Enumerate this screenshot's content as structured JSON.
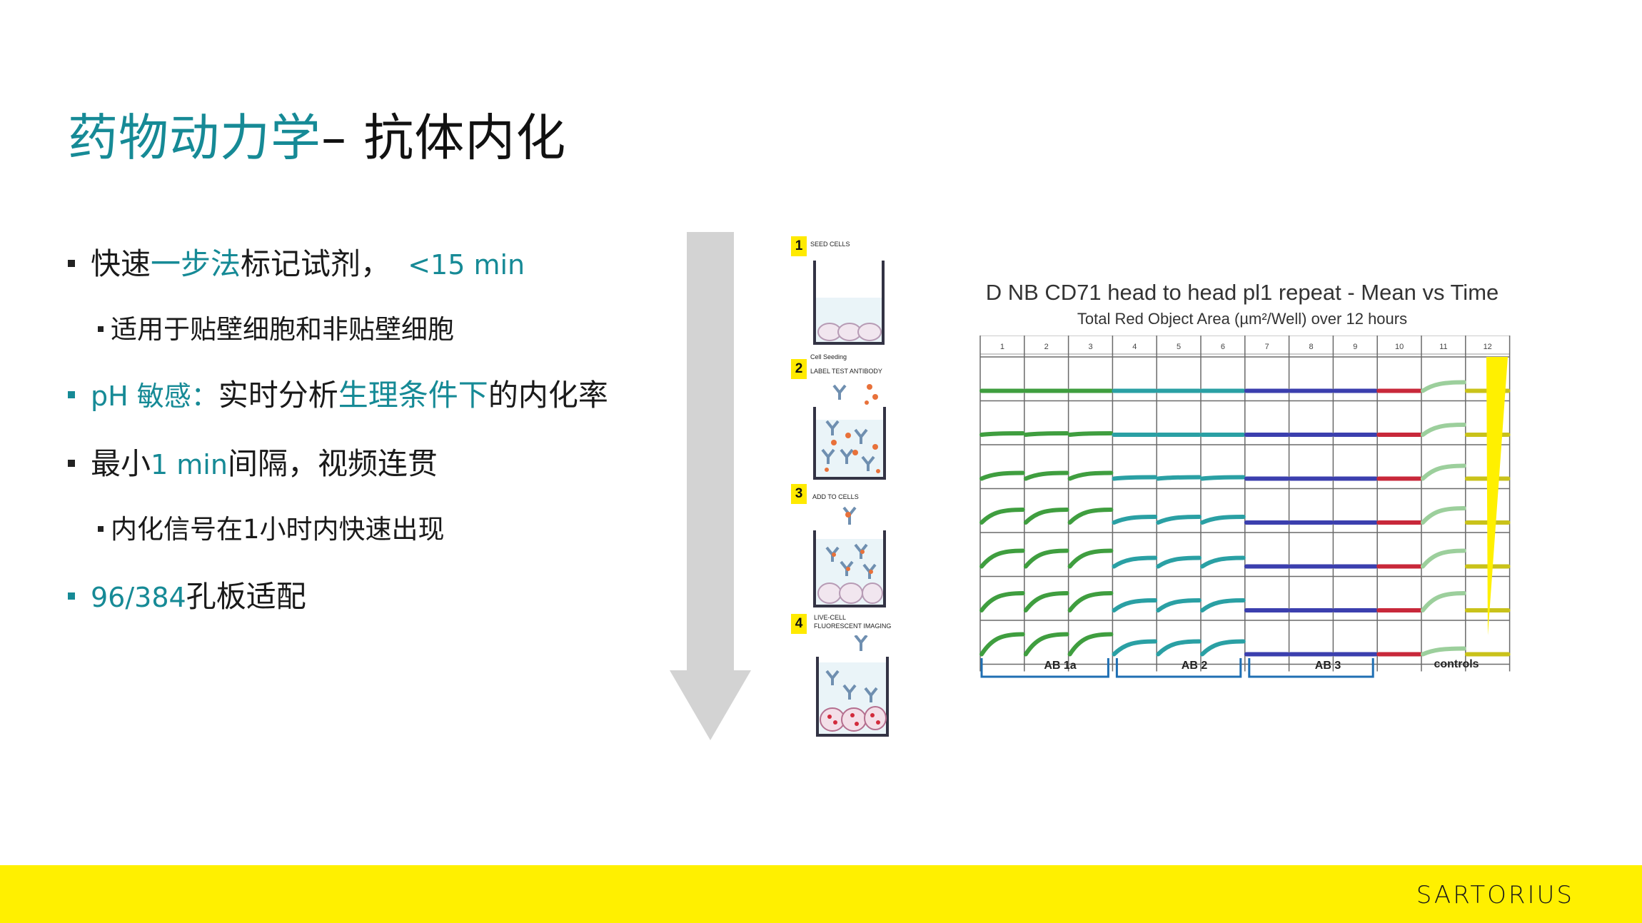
{
  "title": {
    "accent": "药物动力学",
    "dark": "– 抗体内化"
  },
  "bullets": [
    {
      "level": 1,
      "parts": [
        {
          "text": "快速",
          "style": "dark"
        },
        {
          "text": "一步法",
          "style": "teal"
        },
        {
          "text": "标记试剂，",
          "style": "dark"
        },
        {
          "text": "  <15 min",
          "style": "teal-small"
        }
      ]
    },
    {
      "level": 2,
      "parts": [
        {
          "text": "适用于贴壁细胞和非贴壁细胞",
          "style": "dark"
        }
      ]
    },
    {
      "level": 1,
      "teal_marker": true,
      "parts": [
        {
          "text": "pH 敏感：",
          "style": "teal"
        },
        {
          "text": "实时分析",
          "style": "dark"
        },
        {
          "text": "生理条件下",
          "style": "teal"
        },
        {
          "text": "的内化率",
          "style": "dark"
        }
      ]
    },
    {
      "level": 1,
      "parts": [
        {
          "text": "最小",
          "style": "dark"
        },
        {
          "text": "1 min",
          "style": "teal-small"
        },
        {
          "text": "间隔，视频连贯",
          "style": "dark"
        }
      ]
    },
    {
      "level": 2,
      "parts": [
        {
          "text": "内化信号在1小时内快速出现",
          "style": "dark"
        }
      ]
    },
    {
      "level": 1,
      "teal_marker": true,
      "parts": [
        {
          "text": "96/384",
          "style": "teal-small"
        },
        {
          "text": "孔板适配",
          "style": "dark"
        }
      ]
    }
  ],
  "steps": [
    {
      "number": "1",
      "label_lines": [
        "SEED CELLS"
      ]
    },
    {
      "number": "2",
      "label_lines": [
        "Cell Seeding",
        "LABEL TEST ANTIBODY"
      ]
    },
    {
      "number": "3",
      "label_lines": [
        "ADD TO CELLS"
      ]
    },
    {
      "number": "4",
      "label_lines": [
        "LIVE-CELL",
        "FLUORESCENT IMAGING"
      ]
    }
  ],
  "chart": {
    "title": "D NB CD71 head to head pl1 repeat - Mean vs Time",
    "subtitle": "Total Red Object Area (µm²/Well) over 12 hours",
    "columns": [
      "1",
      "2",
      "3",
      "4",
      "5",
      "6",
      "7",
      "8",
      "9",
      "10",
      "11",
      "12"
    ],
    "groups": [
      "AB 1a",
      "AB 2",
      "AB 3",
      "controls"
    ],
    "colors": {
      "green": "#3f9e3f",
      "teal": "#2aa0a4",
      "blue": "#3b3fae",
      "red": "#c8283a",
      "lightgreen": "#9ccf9c",
      "yellow": "#c9c21a",
      "bracket": "#1f6fb3"
    }
  },
  "footer": {
    "logo": "SARTORIUS",
    "color": "#fff000"
  }
}
